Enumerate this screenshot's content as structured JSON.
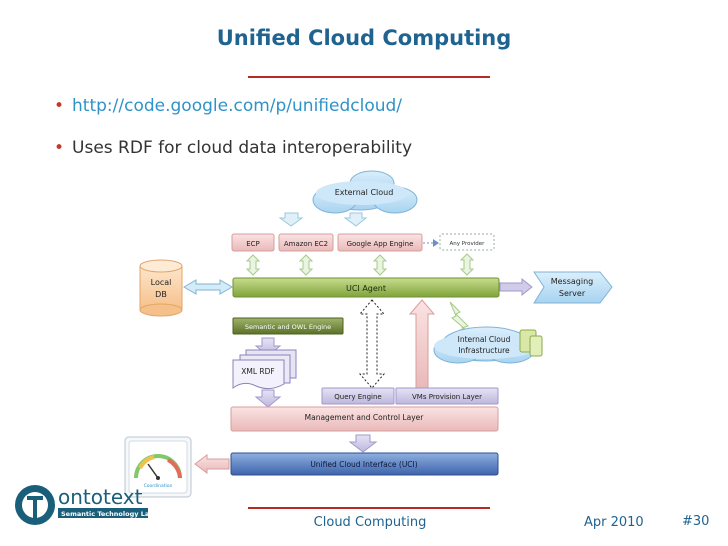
{
  "slide": {
    "title": "Unified Cloud Computing",
    "bullets": [
      {
        "text": "http://code.google.com/p/unifiedcloud/",
        "is_link": true
      },
      {
        "text": "Uses RDF for cloud data interoperability",
        "is_link": false
      }
    ],
    "footer": {
      "center": "Cloud Computing",
      "date": "Apr 2010",
      "page": "#30"
    }
  },
  "logo": {
    "name": "ontotext",
    "tagline": "Semantic Technology Lab"
  },
  "diagram": {
    "external_cloud": "External Cloud",
    "providers": [
      "ECP",
      "Amazon EC2",
      "Google App Engine"
    ],
    "any_provider": "Any Provider",
    "local_db": [
      "Local",
      "DB"
    ],
    "uci_agent": "UCI Agent",
    "messaging_server": [
      "Messaging",
      "Server"
    ],
    "semantic_engine": "Semantic and OWL Engine",
    "internal_cloud": [
      "Internal Cloud",
      "Infrastructure"
    ],
    "xml_rdf": "XML RDF",
    "query_engine": "Query Engine",
    "vms_layer": "VMs Provision Layer",
    "management_layer": "Management and Control Layer",
    "uci_interface": "Unified Cloud Interface (UCI)",
    "dashboard": "Coordination"
  },
  "colors": {
    "title": "#1f6391",
    "link": "#2e93c9",
    "rule": "#b52a22",
    "logo_teal": "#1a5f7a"
  }
}
